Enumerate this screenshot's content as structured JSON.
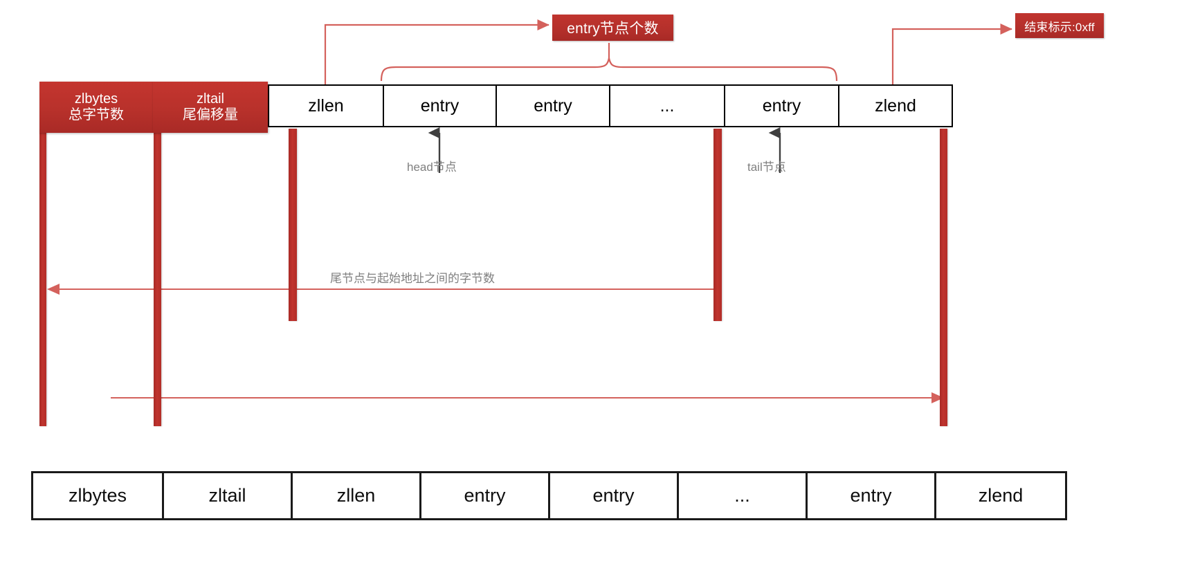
{
  "diagram": {
    "title_text": "",
    "colors": {
      "red_accent": "#b8312b",
      "red_light": "#c0342e",
      "connector_red": "#d4615c",
      "note_grey": "#7f7f7f",
      "outline_black": "#000000",
      "background": "#ffffff"
    },
    "callouts": [
      {
        "id": "entry-count",
        "label": "entry节点个数",
        "points_to": "zllen"
      },
      {
        "id": "zlend-flag",
        "label": "结束标示:0xff",
        "points_to": "zlend"
      }
    ],
    "upper_strip": {
      "cells": [
        {
          "name": "zlbytes",
          "label": "zlbytes",
          "sub_label": "总字节数",
          "style": "red"
        },
        {
          "name": "zltail",
          "label": "zltail",
          "sub_label": "尾偏移量",
          "style": "red"
        },
        {
          "name": "zllen",
          "label": "zllen",
          "sub_label": "",
          "style": "plain"
        },
        {
          "name": "entry-1",
          "label": "entry",
          "sub_label": "",
          "style": "plain"
        },
        {
          "name": "entry-2",
          "label": "entry",
          "sub_label": "",
          "style": "plain"
        },
        {
          "name": "ellipsis",
          "label": "...",
          "sub_label": "",
          "style": "plain"
        },
        {
          "name": "entry-3",
          "label": "entry",
          "sub_label": "",
          "style": "plain"
        },
        {
          "name": "zlend",
          "label": "zlend",
          "sub_label": "",
          "style": "plain"
        }
      ]
    },
    "notes": [
      {
        "id": "head-node",
        "label": "head节点"
      },
      {
        "id": "tail-node",
        "label": "tail节点"
      },
      {
        "id": "tail-offset-span",
        "label": "尾节点与起始地址之间的字节数"
      }
    ],
    "measure_arrows": [
      {
        "id": "zltail-offset-measure",
        "direction": "left",
        "from": "tail-entry-start",
        "to": "ziplist-start"
      },
      {
        "id": "zlbytes-total-measure",
        "direction": "right",
        "from": "ziplist-start",
        "to": "ziplist-end"
      }
    ],
    "brace": {
      "id": "entries-brace",
      "covers": "entry .. entry"
    },
    "lower_strip": {
      "cells": [
        {
          "name": "zlbytes",
          "label": "zlbytes"
        },
        {
          "name": "zltail",
          "label": "zltail"
        },
        {
          "name": "zllen",
          "label": "zllen"
        },
        {
          "name": "entry-1",
          "label": "entry"
        },
        {
          "name": "entry-2",
          "label": "entry"
        },
        {
          "name": "ellipsis",
          "label": "..."
        },
        {
          "name": "entry-3",
          "label": "entry"
        },
        {
          "name": "zlend",
          "label": "zlend"
        }
      ]
    }
  }
}
